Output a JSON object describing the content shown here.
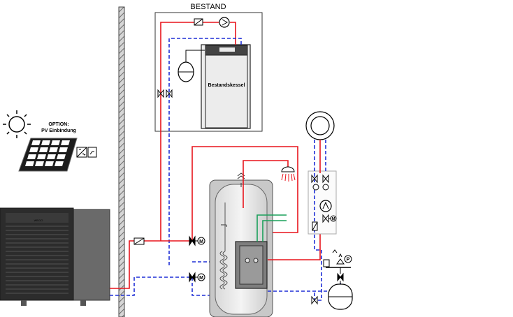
{
  "labels": {
    "bestand": "BESTAND",
    "boiler": "Bestandskessel",
    "option_line1": "OPTION:",
    "option_line2": "PV Einbindung",
    "brand": "WEGO",
    "motor": "M",
    "pressure": "P"
  },
  "colors": {
    "supply": "#e8141c",
    "return": "#1f2fd6",
    "solar_coil": "#1aa05a",
    "wall": "#9a9a9a",
    "heatpump_body": "#5a5a5a",
    "heatpump_dark": "#2c2c2c"
  },
  "icons": [
    "sun-icon",
    "pv-panel-icon",
    "inverter-icon",
    "pump-icon",
    "valve-icon",
    "motor-valve-icon",
    "check-valve-icon",
    "expansion-vessel-icon",
    "shower-icon",
    "radiator-icon",
    "thermometer-icon",
    "pressure-gauge-icon"
  ]
}
